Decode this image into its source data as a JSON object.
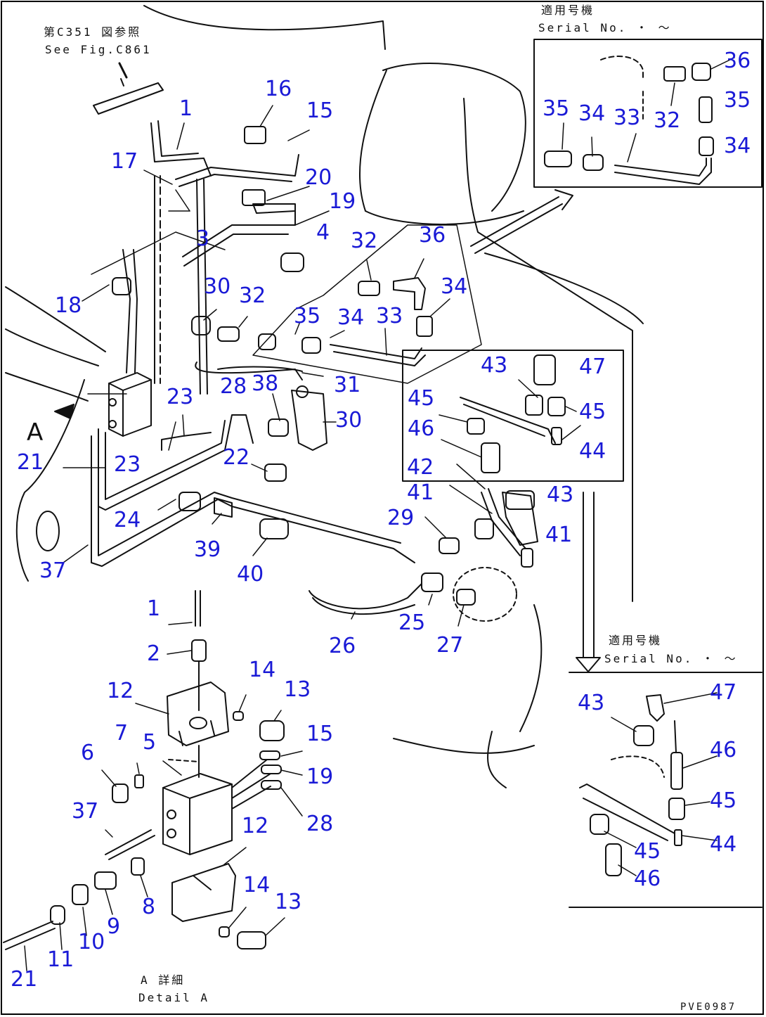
{
  "notes": {
    "ref_jp": "第C351 図参照",
    "ref_en": "See Fig.C861",
    "serial_top_jp": "適用号機",
    "serial_top_en": "Serial No.  ・ 〜",
    "serial_right_jp": "適用号機",
    "serial_right_en": "Serial No.  ・ 〜",
    "detail_jp": "A 詳細",
    "detail_en": "Detail A",
    "view_letter": "A",
    "drawing_code": "PVE0987"
  },
  "callouts": [
    {
      "id": "c1",
      "text": "1"
    },
    {
      "id": "c16",
      "text": "16"
    },
    {
      "id": "c15",
      "text": "15"
    },
    {
      "id": "c17",
      "text": "17"
    },
    {
      "id": "c20",
      "text": "20"
    },
    {
      "id": "c19",
      "text": "19"
    },
    {
      "id": "c3",
      "text": "3"
    },
    {
      "id": "c4",
      "text": "4"
    },
    {
      "id": "c32a",
      "text": "32"
    },
    {
      "id": "c36a",
      "text": "36"
    },
    {
      "id": "c18",
      "text": "18"
    },
    {
      "id": "c30a",
      "text": "30"
    },
    {
      "id": "c32b",
      "text": "32"
    },
    {
      "id": "c35a",
      "text": "35"
    },
    {
      "id": "c34a",
      "text": "34"
    },
    {
      "id": "c33a",
      "text": "33"
    },
    {
      "id": "c34b",
      "text": "34"
    },
    {
      "id": "c28a",
      "text": "28"
    },
    {
      "id": "c38",
      "text": "38"
    },
    {
      "id": "c31",
      "text": "31"
    },
    {
      "id": "c23a",
      "text": "23"
    },
    {
      "id": "c30b",
      "text": "30"
    },
    {
      "id": "c21a",
      "text": "21"
    },
    {
      "id": "c23b",
      "text": "23"
    },
    {
      "id": "c22",
      "text": "22"
    },
    {
      "id": "c24",
      "text": "24"
    },
    {
      "id": "c39",
      "text": "39"
    },
    {
      "id": "c40",
      "text": "40"
    },
    {
      "id": "c37a",
      "text": "37"
    },
    {
      "id": "c43a",
      "text": "43"
    },
    {
      "id": "c47a",
      "text": "47"
    },
    {
      "id": "c45a",
      "text": "45"
    },
    {
      "id": "c45b",
      "text": "45"
    },
    {
      "id": "c46a",
      "text": "46"
    },
    {
      "id": "c44a",
      "text": "44"
    },
    {
      "id": "c42",
      "text": "42"
    },
    {
      "id": "c41a",
      "text": "41"
    },
    {
      "id": "c43b",
      "text": "43"
    },
    {
      "id": "c29",
      "text": "29"
    },
    {
      "id": "c41b",
      "text": "41"
    },
    {
      "id": "c25",
      "text": "25"
    },
    {
      "id": "c26",
      "text": "26"
    },
    {
      "id": "c27",
      "text": "27"
    },
    {
      "id": "c36b",
      "text": "36"
    },
    {
      "id": "c35b",
      "text": "35"
    },
    {
      "id": "c34c",
      "text": "34"
    },
    {
      "id": "c32c",
      "text": "32"
    },
    {
      "id": "c33b",
      "text": "33"
    },
    {
      "id": "c35c",
      "text": "35"
    },
    {
      "id": "c34d",
      "text": "34"
    },
    {
      "id": "c1b",
      "text": "1"
    },
    {
      "id": "c2",
      "text": "2"
    },
    {
      "id": "c14a",
      "text": "14"
    },
    {
      "id": "c12a",
      "text": "12"
    },
    {
      "id": "c13a",
      "text": "13"
    },
    {
      "id": "c7",
      "text": "7"
    },
    {
      "id": "c5",
      "text": "5"
    },
    {
      "id": "c15b",
      "text": "15"
    },
    {
      "id": "c6",
      "text": "6"
    },
    {
      "id": "c19b",
      "text": "19"
    },
    {
      "id": "c37b",
      "text": "37"
    },
    {
      "id": "c28b",
      "text": "28"
    },
    {
      "id": "c12b",
      "text": "12"
    },
    {
      "id": "c14b",
      "text": "14"
    },
    {
      "id": "c13b",
      "text": "13"
    },
    {
      "id": "c8",
      "text": "8"
    },
    {
      "id": "c9",
      "text": "9"
    },
    {
      "id": "c10",
      "text": "10"
    },
    {
      "id": "c11",
      "text": "11"
    },
    {
      "id": "c21b",
      "text": "21"
    },
    {
      "id": "c43c",
      "text": "43"
    },
    {
      "id": "c47b",
      "text": "47"
    },
    {
      "id": "c46b",
      "text": "46"
    },
    {
      "id": "c45c",
      "text": "45"
    },
    {
      "id": "c44b",
      "text": "44"
    },
    {
      "id": "c45d",
      "text": "45"
    },
    {
      "id": "c46c",
      "text": "46"
    }
  ]
}
